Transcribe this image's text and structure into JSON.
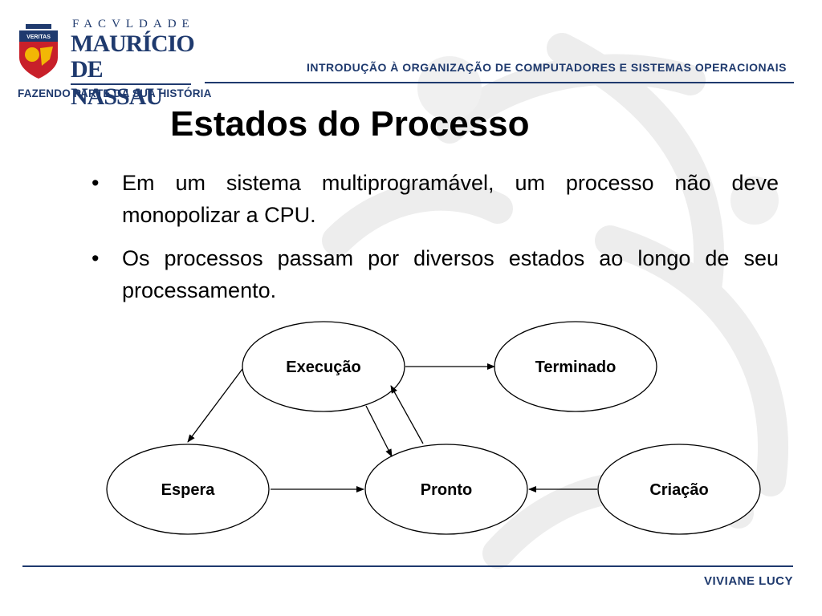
{
  "logo": {
    "top_line": "FACVLDADE",
    "name_line1": "MAURÍCIO",
    "name_line2": "DE NASSAU",
    "tagline": "FAZENDO PARTE DA SUA HISTÓRIA",
    "shield_text": "VERITAS"
  },
  "header": {
    "course_title": "INTRODUÇÃO À ORGANIZAÇÃO DE COMPUTADORES E SISTEMAS OPERACIONAIS"
  },
  "slide": {
    "title": "Estados do Processo",
    "bullets": [
      "Em um sistema multiprogramável, um processo não deve monopolizar a CPU.",
      "Os processos passam por diversos estados ao longo de seu processamento."
    ],
    "bullet_symbol": "•"
  },
  "diagram": {
    "nodes": {
      "execucao": "Execução",
      "terminado": "Terminado",
      "espera": "Espera",
      "pronto": "Pronto",
      "criacao": "Criação"
    }
  },
  "footer": {
    "author": "VIVIANE LUCY"
  },
  "colors": {
    "brand_blue": "#1f3a6e",
    "shield_red": "#c8202a",
    "shield_gold": "#f2b705",
    "watermark": "#ececec"
  }
}
